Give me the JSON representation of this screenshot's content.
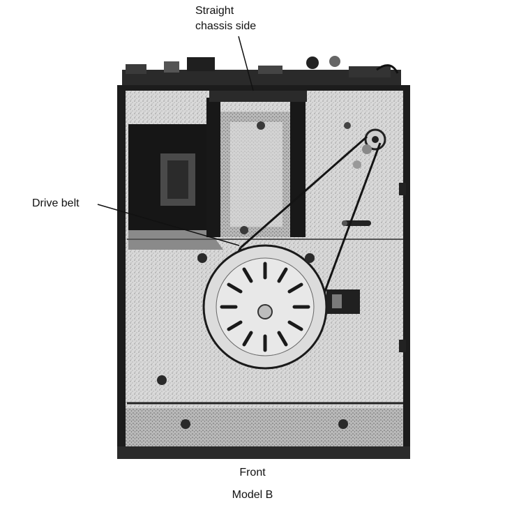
{
  "callouts": {
    "straight_chassis_side": [
      "Straight",
      "chassis side"
    ],
    "drive_belt": "Drive belt"
  },
  "captions": {
    "front": "Front",
    "model": "Model B"
  },
  "colors": {
    "chassis_light": "#cfcfcf",
    "chassis_dark": "#1a1a1a",
    "panel_mid": "#a9a9a9",
    "ink": "#111111"
  }
}
